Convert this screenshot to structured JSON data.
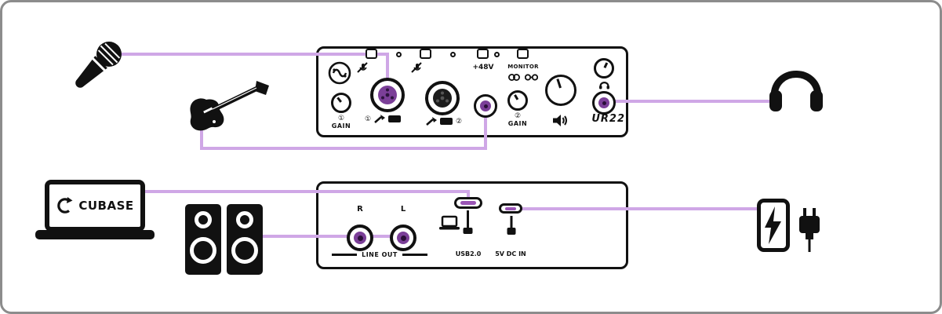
{
  "colors": {
    "cable": "#cfa7e6",
    "connector": "#7b3f98",
    "port_slot": "#9a55b5",
    "ink": "#111111",
    "frame": "#8c8c8c"
  },
  "front_panel": {
    "model": "UR22",
    "phantom_label": "+48V",
    "monitor_label": "MONITOR",
    "gain_label": "GAIN",
    "input1_number": "①",
    "input2_number": "②"
  },
  "rear_panel": {
    "right_label": "R",
    "left_label": "L",
    "line_out_label": "LINE OUT",
    "usb_label": "USB2.0",
    "dc_label": "5V DC IN"
  },
  "laptop": {
    "brand": "CUBASE"
  }
}
